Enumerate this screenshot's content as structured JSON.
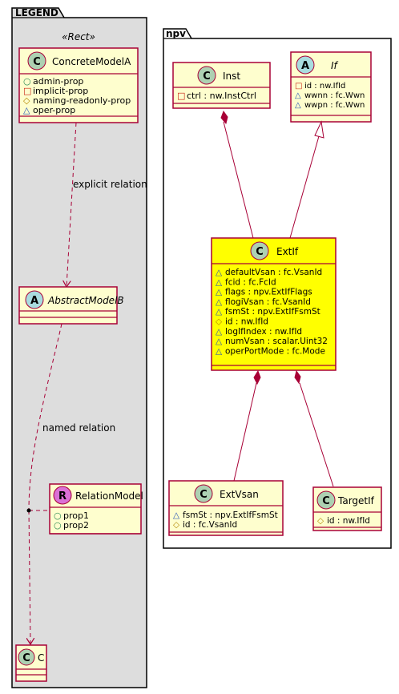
{
  "colors": {
    "class_fill": "#FEFECE",
    "class_border": "#A80036",
    "highlight_fill": "#FFFF00",
    "legend_fill": "#DDDDDD",
    "badge_class": "#ADD1B2",
    "badge_abstract": "#A9DCDF",
    "badge_relation": "#DA70D6",
    "edge": "#A80036"
  },
  "legend": {
    "title": "LEGEND",
    "stereotype": "«Rect»",
    "concrete": {
      "badge": "C",
      "name": "ConcreteModelA",
      "props": [
        {
          "sym": "○",
          "text": "admin-prop"
        },
        {
          "sym": "□",
          "text": "implicit-prop"
        },
        {
          "sym": "◇",
          "text": "naming-readonly-prop"
        },
        {
          "sym": "△",
          "text": "oper-prop"
        }
      ]
    },
    "explicit_label": "explicit relation",
    "abstract": {
      "badge": "A",
      "name": "AbstractModelB"
    },
    "named_label": "named relation",
    "relation_model": {
      "badge": "R",
      "name": "RelationModel",
      "props": [
        {
          "sym": "○",
          "text": "prop1"
        },
        {
          "sym": "○",
          "text": "prop2"
        }
      ]
    },
    "target": {
      "badge": "C",
      "name": "C"
    }
  },
  "npv": {
    "title": "npv",
    "inst": {
      "badge": "C",
      "name": "Inst",
      "props": [
        {
          "sym": "□",
          "text": "ctrl : nw.InstCtrl"
        }
      ]
    },
    "if": {
      "badge": "A",
      "name": "If",
      "props": [
        {
          "sym": "□",
          "text": "id : nw.IfId"
        },
        {
          "sym": "△",
          "text": "wwnn : fc.Wwn"
        },
        {
          "sym": "△",
          "text": "wwpn : fc.Wwn"
        }
      ]
    },
    "extif": {
      "badge": "C",
      "name": "ExtIf",
      "props": [
        {
          "sym": "△",
          "text": "defaultVsan : fc.VsanId"
        },
        {
          "sym": "△",
          "text": "fcid : fc.FcId"
        },
        {
          "sym": "△",
          "text": "flags : npv.ExtIfFlags"
        },
        {
          "sym": "△",
          "text": "flogiVsan : fc.VsanId"
        },
        {
          "sym": "△",
          "text": "fsmSt : npv.ExtIfFsmSt"
        },
        {
          "sym": "◇",
          "text": "id : nw.IfId"
        },
        {
          "sym": "△",
          "text": "logIfIndex : nw.IfId"
        },
        {
          "sym": "△",
          "text": "numVsan : scalar.Uint32"
        },
        {
          "sym": "△",
          "text": "operPortMode : fc.Mode"
        }
      ]
    },
    "extvsan": {
      "badge": "C",
      "name": "ExtVsan",
      "props": [
        {
          "sym": "△",
          "text": "fsmSt : npv.ExtIfFsmSt"
        },
        {
          "sym": "◇",
          "text": "id : fc.VsanId"
        }
      ]
    },
    "targetif": {
      "badge": "C",
      "name": "TargetIf",
      "props": [
        {
          "sym": "◇",
          "text": "id : nw.IfId"
        }
      ]
    }
  }
}
